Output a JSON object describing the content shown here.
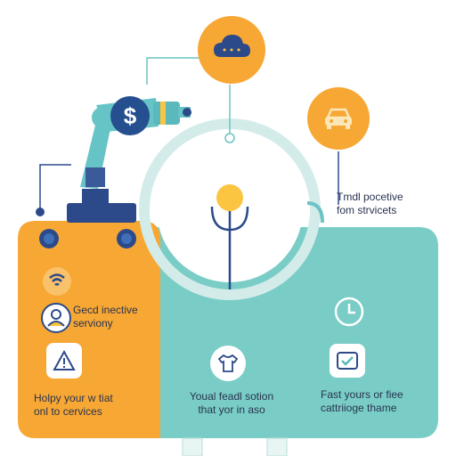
{
  "colors": {
    "orange": "#f7a733",
    "teal": "#79cdc6",
    "navy": "#2c4a8a",
    "arm_teal": "#66c4c6",
    "light_teal": "#c9e9e6",
    "yellow": "#fbc541",
    "coin": "#264f8f"
  },
  "icons": {
    "cloud": "cloud-icon",
    "car": "car-icon",
    "dollar": "dollar-coin-icon",
    "wifi": "wifi-icon",
    "person": "person-badge-icon",
    "warning": "warning-icon",
    "clock": "clock-icon",
    "shirt": "shirt-icon",
    "check": "checkmark-icon"
  },
  "labels": {
    "top_right_line1": "Tmdl pocetive",
    "top_right_line2": "fom strvicets",
    "left_mid_line1": "Gecd inective",
    "left_mid_line2": "serviony",
    "left_bottom_line1": "Holpy your w tiat",
    "left_bottom_line2": "onl to cervices",
    "center_bottom_line1": "Youal feadl sotion",
    "center_bottom_line2": "that yor in aso",
    "right_bottom_line1": "Fast yours or fiee",
    "right_bottom_line2": "cattriioge thame"
  }
}
